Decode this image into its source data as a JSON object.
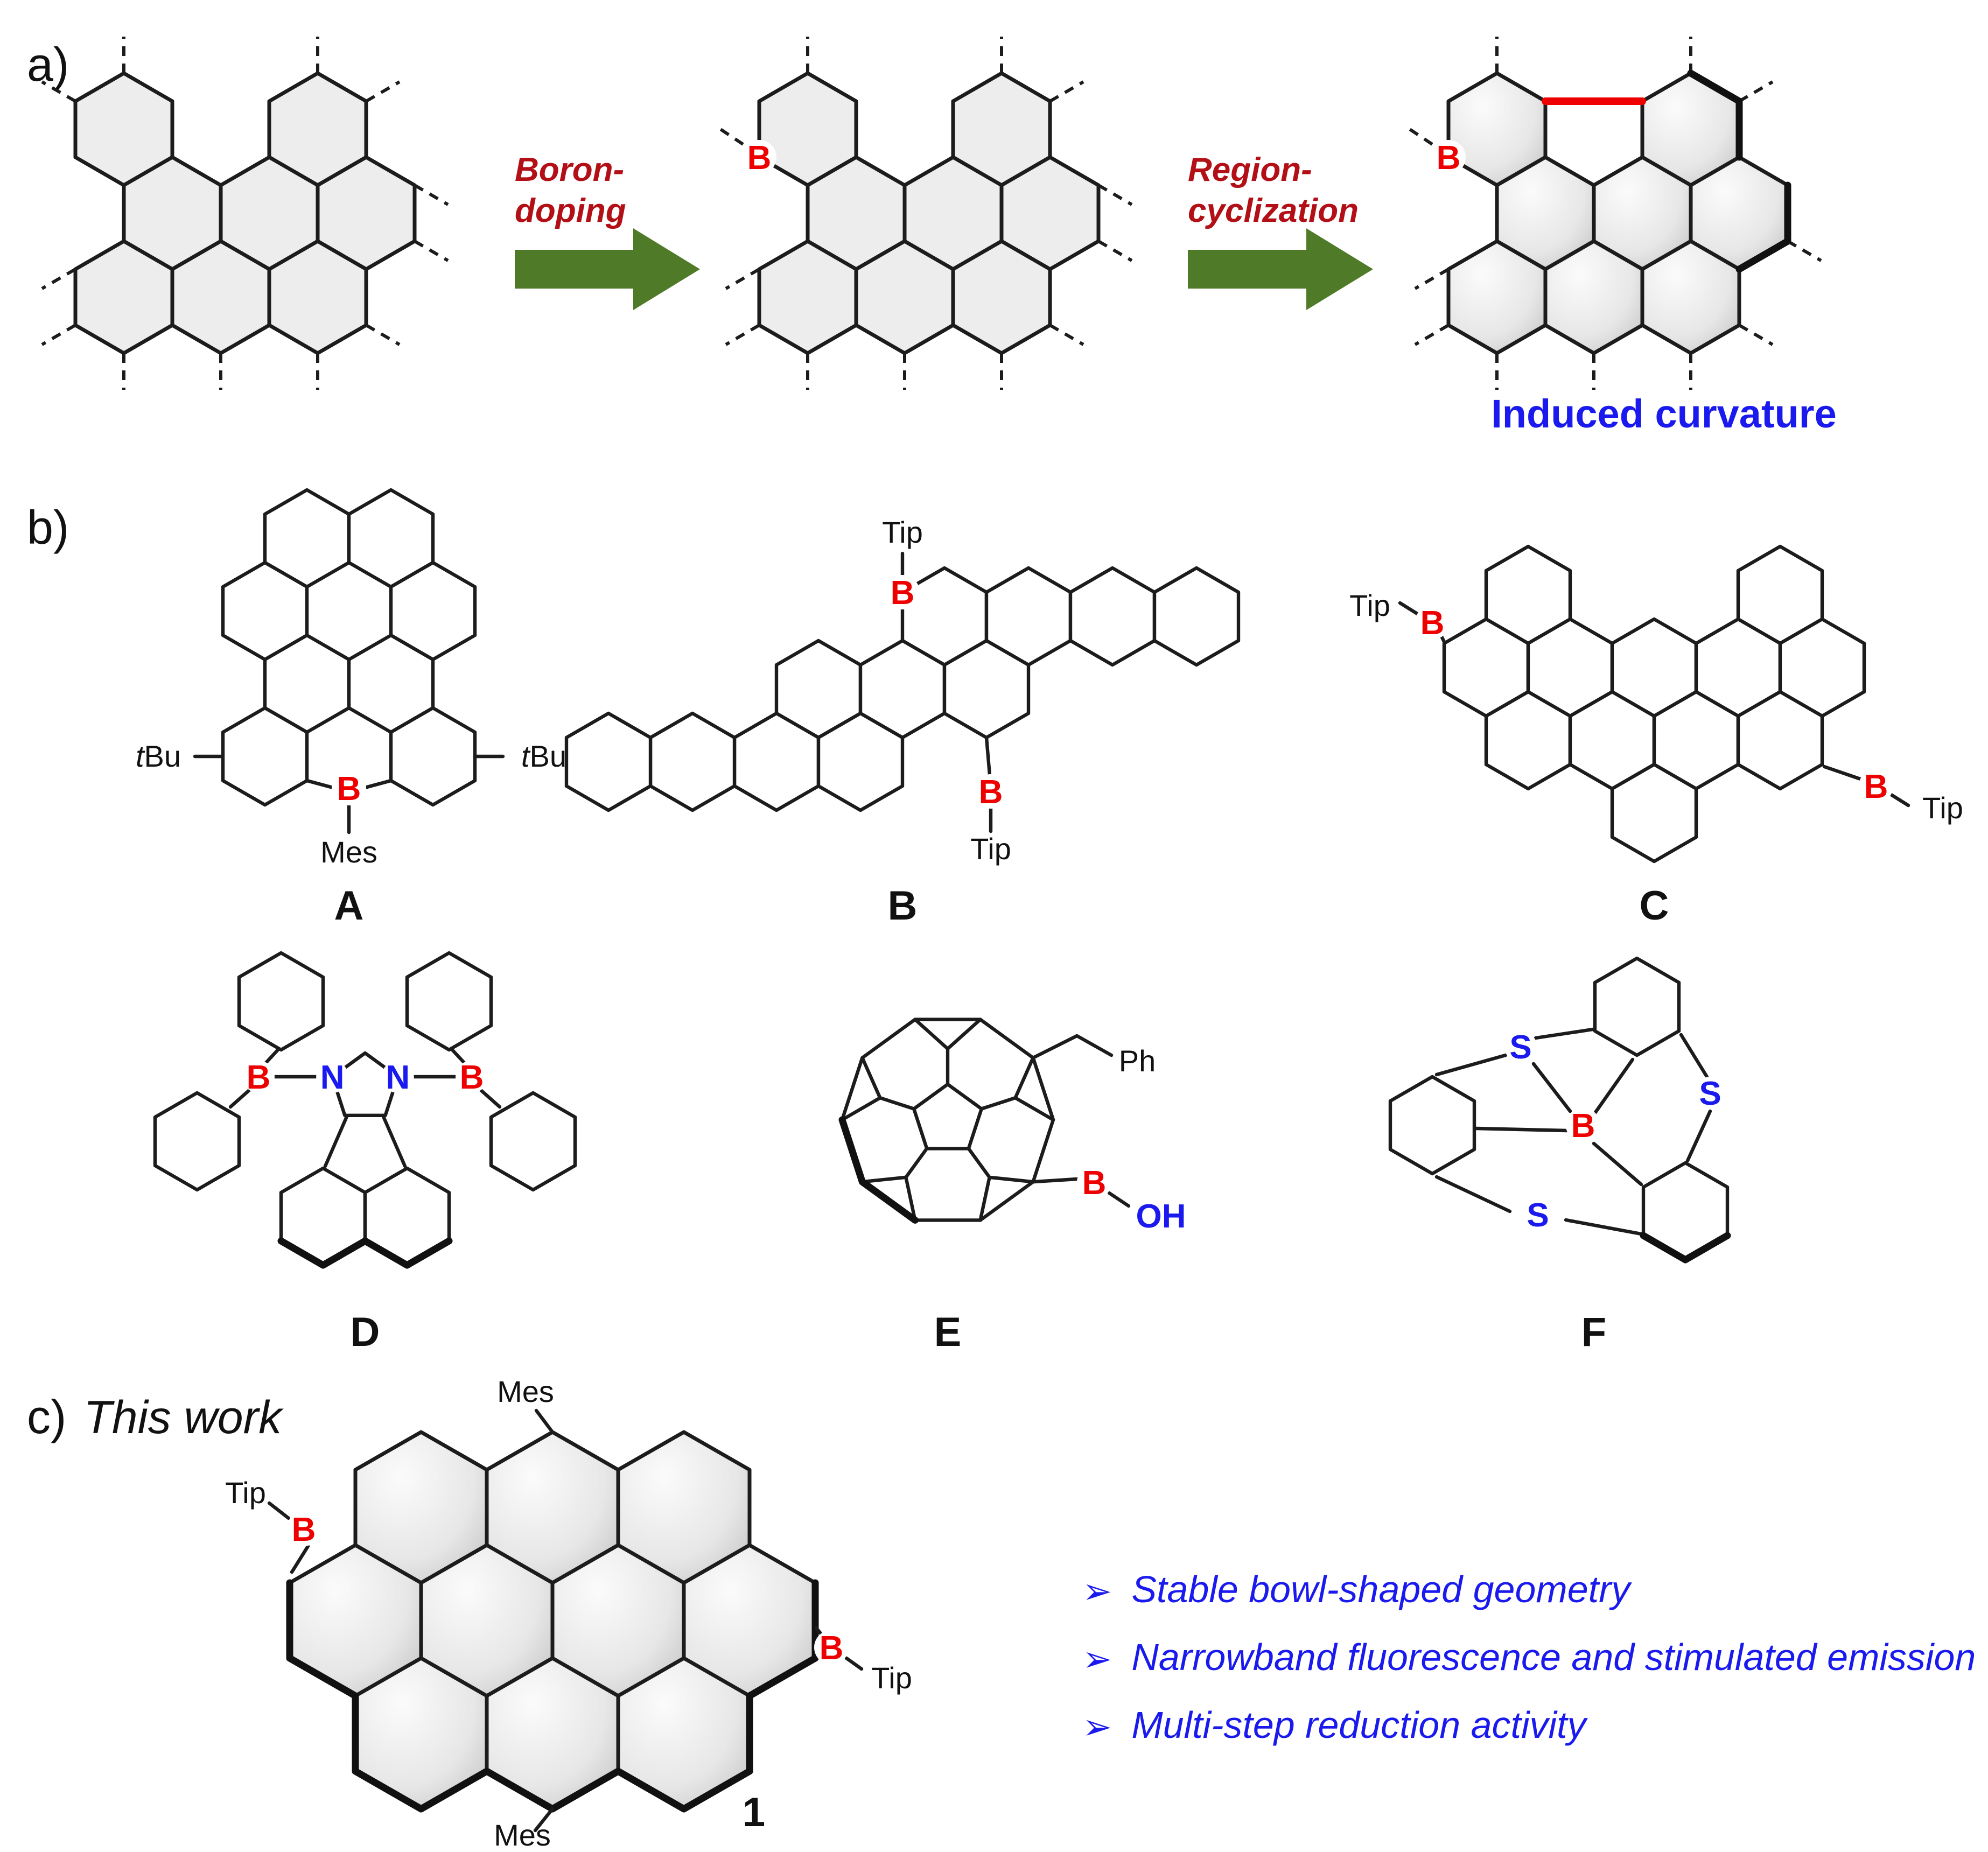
{
  "panel_a": {
    "label": "a)",
    "step1_label_line1": "Boron-",
    "step1_label_line2": "doping",
    "step2_label_line1": "Region-",
    "step2_label_line2": "cyclization",
    "caption": "Induced curvature"
  },
  "panel_b": {
    "label": "b)",
    "compound_labels": [
      "A",
      "B",
      "C",
      "D",
      "E",
      "F"
    ]
  },
  "panel_c": {
    "label": "c)",
    "subtitle": "This work",
    "compound_number": "1",
    "bullet_glyph": "➢",
    "bullets": [
      "Stable bowl-shaped geometry",
      "Narrowband fluorescence and stimulated emission",
      "Multi-step reduction activity"
    ]
  },
  "atoms": {
    "boron": "B",
    "nitrogen": "N",
    "sulfur": "S",
    "hydroxyl": "OH",
    "phenyl": "Ph",
    "tip": "Tip",
    "mes": "Mes",
    "tbu_italic": "t",
    "tbu_rest": "Bu"
  },
  "colors": {
    "boron_red": "#ee0000",
    "heteroatom_blue": "#1a1aee",
    "arrow_green": "#4f7b28",
    "step_label_red": "#b21016",
    "caption_blue": "#1a1aee",
    "new_bond_red": "#ee0000"
  }
}
